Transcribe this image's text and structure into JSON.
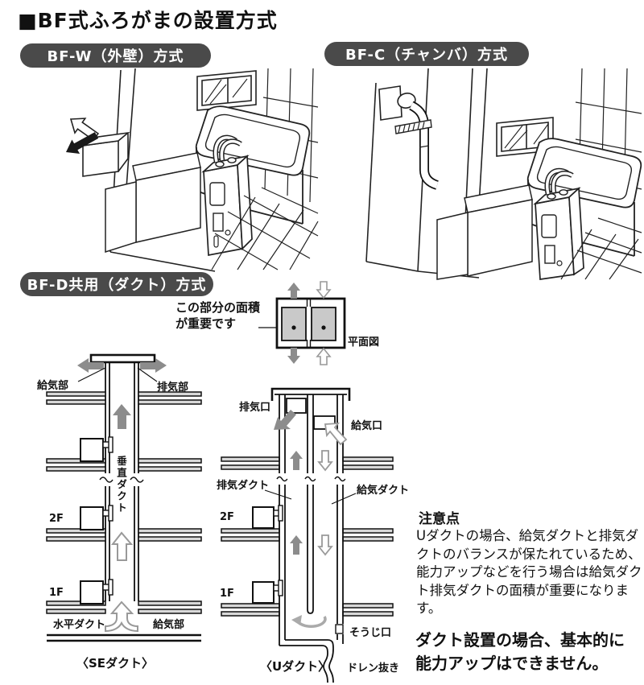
{
  "page": {
    "title": "■BF式ふろがまの設置方式"
  },
  "colors": {
    "badge_bg": "#4a4a4a",
    "badge_text": "#ffffff",
    "line": "#111111",
    "gray_arrow": "#8c8c8c",
    "slab_fill": "#d8d8d8",
    "plan_fill": "#c9c9c9"
  },
  "sections": {
    "bfw": {
      "label": "BF-W（外壁）方式"
    },
    "bfc": {
      "label": "BF-C（チャンバ）方式"
    },
    "bfd": {
      "label": "BF-D共用（ダクト）方式"
    }
  },
  "plan": {
    "note_line1": "この部分の面積",
    "note_line2": "が重要です",
    "caption": "平面図"
  },
  "se": {
    "intake_top": "給気部",
    "exhaust_top": "排気部",
    "vertical_duct": "垂直ダクト",
    "floor2": "2F",
    "floor1": "1F",
    "horizontal_duct": "水平ダクト",
    "intake_bottom": "給気部",
    "caption": "〈SEダクト〉"
  },
  "u": {
    "exhaust_port": "排気口",
    "intake_port": "給気口",
    "exhaust_duct": "排気ダクト",
    "intake_duct": "給気ダクト",
    "floor2": "2F",
    "floor1": "1F",
    "cleanout": "そうじ口",
    "drain": "ドレン抜き",
    "caption": "〈Uダクト〉"
  },
  "notes": {
    "heading": "注意点",
    "body": "Uダクトの場合、給気ダクトと排気ダクトのバランスが保たれているため、能力アップなどを行う場合は給気ダクト排気ダクトの面積が重要になります。",
    "warning": "ダクト設置の場合、基本的に能力アップはできません。"
  }
}
